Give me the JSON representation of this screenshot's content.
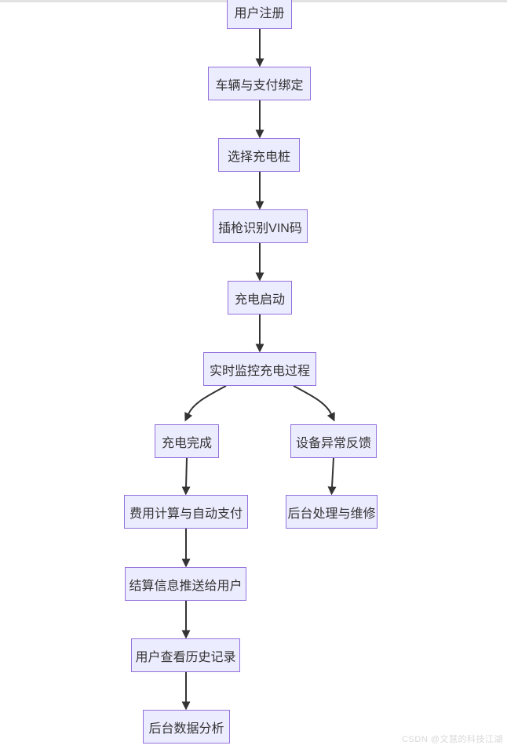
{
  "diagram": {
    "type": "flowchart",
    "direction": "top-down",
    "colors": {
      "node_fill": "#ECECFF",
      "node_border": "#9370DB",
      "edge": "#333333",
      "text": "#333333",
      "top_bar": "#e2e2e2",
      "watermark": "#d8d8d8"
    },
    "nodes": [
      {
        "id": "user-register",
        "label": "用户注册"
      },
      {
        "id": "bind-payment",
        "label": "车辆与支付绑定"
      },
      {
        "id": "select-pile",
        "label": "选择充电桩"
      },
      {
        "id": "vin-recognition",
        "label": "插枪识别VIN码"
      },
      {
        "id": "charge-start",
        "label": "充电启动"
      },
      {
        "id": "monitor",
        "label": "实时监控充电过程"
      },
      {
        "id": "charge-complete",
        "label": "充电完成"
      },
      {
        "id": "device-error",
        "label": "设备异常反馈"
      },
      {
        "id": "fee-auto-pay",
        "label": "费用计算与自动支付"
      },
      {
        "id": "backend-repair",
        "label": "后台处理与维修"
      },
      {
        "id": "settlement-push",
        "label": "结算信息推送给用户"
      },
      {
        "id": "view-history",
        "label": "用户查看历史记录"
      },
      {
        "id": "data-analysis",
        "label": "后台数据分析"
      }
    ],
    "edges": [
      {
        "from": "用户注册",
        "to": "车辆与支付绑定"
      },
      {
        "from": "车辆与支付绑定",
        "to": "选择充电桩"
      },
      {
        "from": "选择充电桩",
        "to": "插枪识别VIN码"
      },
      {
        "from": "插枪识别VIN码",
        "to": "充电启动"
      },
      {
        "from": "充电启动",
        "to": "实时监控充电过程"
      },
      {
        "from": "实时监控充电过程",
        "to": "充电完成"
      },
      {
        "from": "实时监控充电过程",
        "to": "设备异常反馈"
      },
      {
        "from": "充电完成",
        "to": "费用计算与自动支付"
      },
      {
        "from": "设备异常反馈",
        "to": "后台处理与维修"
      },
      {
        "from": "费用计算与自动支付",
        "to": "结算信息推送给用户"
      },
      {
        "from": "结算信息推送给用户",
        "to": "用户查看历史记录"
      },
      {
        "from": "用户查看历史记录",
        "to": "后台数据分析"
      }
    ]
  },
  "watermark": "CSDN @文慧的科技江湖"
}
